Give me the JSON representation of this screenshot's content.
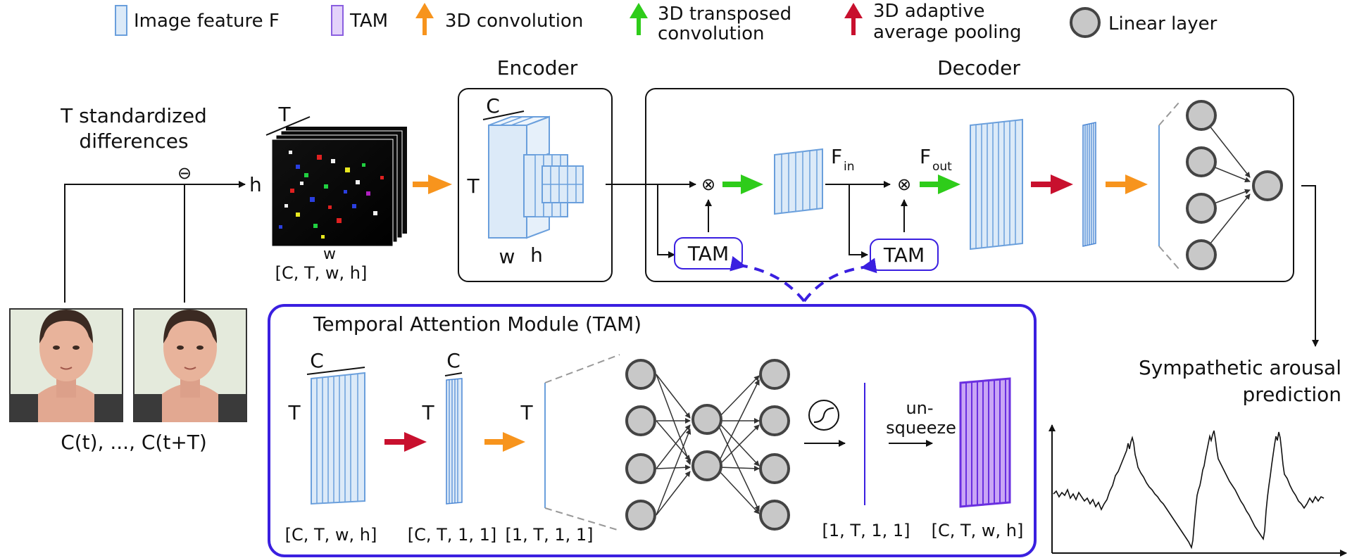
{
  "legend": {
    "image_feature": "Image feature F",
    "tam": "TAM",
    "conv3d": "3D convolution",
    "transposed_line1": "3D transposed",
    "transposed_line2": "convolution",
    "pooling_line1": "3D adaptive",
    "pooling_line2": "average pooling",
    "linear": "Linear layer"
  },
  "input": {
    "title_line1": "T standardized",
    "title_line2": "differences",
    "minus_symbol": "⊖",
    "h_label": "h",
    "T_label": "T",
    "w_label": "w",
    "dims": "[C, T, w, h]",
    "frames_caption": "C(t), ..., C(t+T)"
  },
  "encoder": {
    "title": "Encoder",
    "C_label": "C",
    "T_label": "T",
    "w_label": "w",
    "h_label": "h"
  },
  "decoder": {
    "title": "Decoder",
    "tam1": "TAM",
    "tam2": "TAM",
    "fin_main": "F",
    "fin_sub": "in",
    "fout_main": "F",
    "fout_sub": "out",
    "times_symbol": "⊗"
  },
  "tam_module": {
    "title": "Temporal Attention Module (TAM)",
    "C1": "C",
    "T1": "T",
    "C2": "C",
    "T2": "T",
    "T3": "T",
    "dims1": "[C, T, w, h]",
    "dims2": "[C, T, 1, 1]",
    "dims3": "[1, T, 1, 1]",
    "dims4": "[1, T, 1, 1]",
    "dims5": "[C, T, w, h]",
    "unsqueeze_line1": "un-",
    "unsqueeze_line2": "squeeze"
  },
  "output": {
    "title_line1": "Sympathetic arousal",
    "title_line2": "prediction"
  },
  "colors": {
    "feature_blue": "#6a9fdc",
    "feature_fill": "#dceaf8",
    "tam_purple": "#3a1fe0",
    "tam_fill": "#c9a6f5",
    "orange": "#f7941d",
    "green": "#2ecc1a",
    "red": "#c8102e",
    "node_fill": "#c8c8c8",
    "node_stroke": "#444444"
  }
}
